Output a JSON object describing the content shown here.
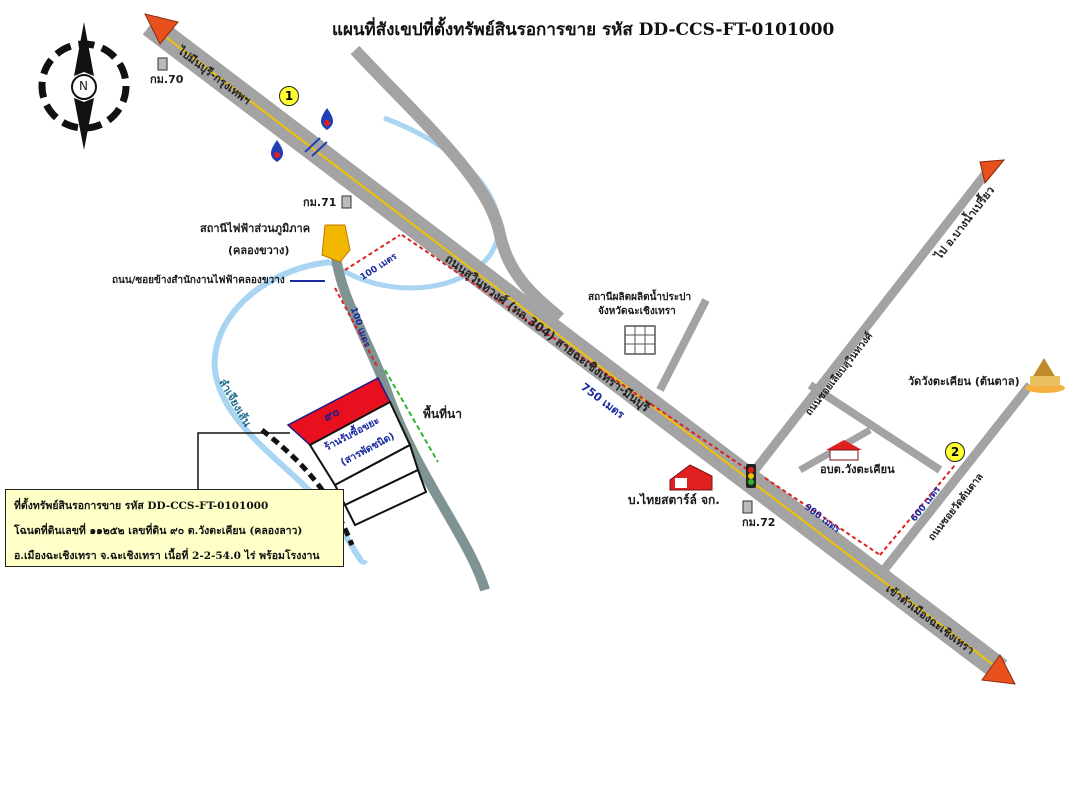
{
  "title": "แผนที่สังเขปที่ตั้งทรัพย์สินรอการขาย รหัส DD-CCS-FT-0101000",
  "compass": {
    "letter": "N",
    "icon": "north-compass-icon"
  },
  "colors": {
    "road": "#a3a3a3",
    "road_center": "#f2c200",
    "river": "#a9d4f2",
    "rail": "#6e8c8c",
    "distance": "#e02020",
    "arrow": "#e8501e",
    "plot": "#e8101e"
  },
  "roads": {
    "main_nw": "ไปมีนบุรี-กรุงเทพฯ",
    "main_mid": "ถนนสุวินทวงศ์ (ทล.304) สายฉะเชิงเทรา-มีนบุรี",
    "main_se": "เข้าตัวเมืองฉะเชิงเทรา",
    "ne": "ไป อ.บางน้ำเปรี้ยว",
    "branch": "ถนนซอยเลียบสุวินทวงศ์",
    "lane_right": "ถนนซอยวัดต้นตาล"
  },
  "landmarks": {
    "km70": "กม.70",
    "km71": "กม.71",
    "km72": "กม.72",
    "substation_line1": "สถานีไฟฟ้าส่วนภูมิภาค",
    "substation_line2": "(คลองขวาง)",
    "lane_label": "ถนน/ซอยข้างสำนักงานไฟฟ้าคลองขวาง",
    "waterworks_line1": "สถานีผลิตผลิตน้ำประปา",
    "waterworks_line2": "จังหวัดฉะเชิงเทรา",
    "company": "บ.ไทยสตาร์ล์ จก.",
    "tao": "อบต.วังตะเคียน",
    "temple": "วัดวังตะเคียน (ต้นตาล)",
    "paddy": "พื้นที่นา",
    "canal": "ลำเจียงเส้น"
  },
  "distances": {
    "d100a": "100 เมตร",
    "d100b": "100 เมตร",
    "d750": "750 เมตร",
    "d900": "900 เมตร",
    "d600": "600 เมตร"
  },
  "plot": {
    "number": "๙๐",
    "shop_line1": "ร้านรับซื้อขยะ",
    "shop_line2": "(สารพัดชนิด)"
  },
  "markers": {
    "one": "1",
    "two": "2"
  },
  "info": {
    "line1": "ที่ตั้งทรัพย์สินรอการขาย รหัส DD-CCS-FT-0101000",
    "line2": "โฉนดที่ดินเลขที่ ๑๑๒๕๒ เลขที่ดิน ๙๐ ต.วังตะเคียน (คลองลาว)",
    "line3": "อ.เมืองฉะเชิงเทรา จ.ฉะเชิงเทรา เนื้อที่ 2-2-54.0 ไร่ พร้อมโรงงาน"
  }
}
